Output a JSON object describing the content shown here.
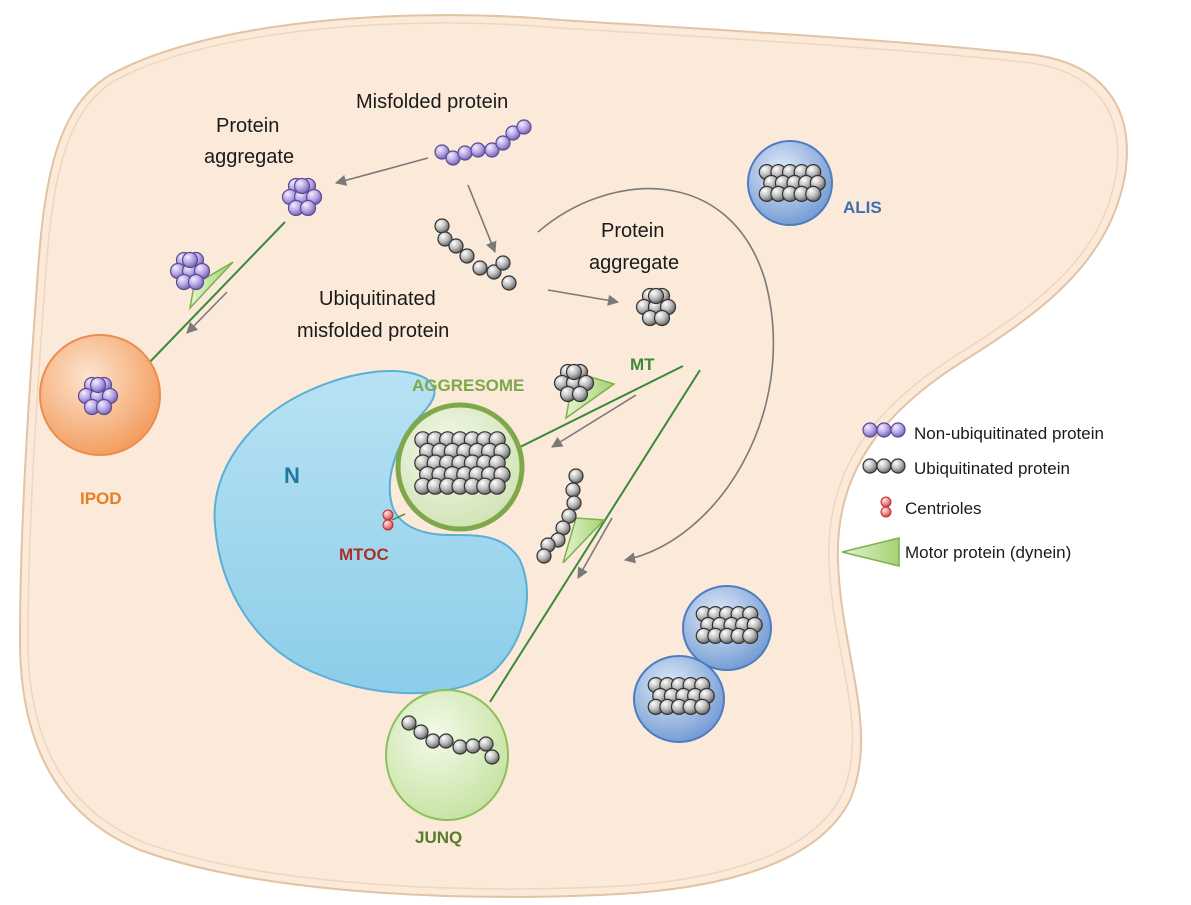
{
  "labels": {
    "misfolded_protein": "Misfolded protein",
    "protein_aggregate_left_1": "Protein",
    "protein_aggregate_left_2": "aggregate",
    "protein_aggregate_right_1": "Protein",
    "protein_aggregate_right_2": "aggregate",
    "ubiquitinated_1": "Ubiquitinated",
    "ubiquitinated_2": "misfolded protein",
    "aggresome": "AGGRESOME",
    "mt": "MT",
    "nucleus": "N",
    "mtoc": "MTOC",
    "ipod": "IPOD",
    "junq": "JUNQ",
    "alis": "ALIS"
  },
  "legend": [
    {
      "key": "non_ubiquitinated",
      "label": "Non-ubiquitinated protein"
    },
    {
      "key": "ubiquitinated",
      "label": "Ubiquitinated protein"
    },
    {
      "key": "centrioles",
      "label": "Centrioles"
    },
    {
      "key": "motor_protein",
      "label": "Motor protein (dynein)"
    }
  ],
  "colors": {
    "cell_fill": "#fbe9da",
    "cell_stroke": "#e6c6a6",
    "nucleus_fill": "#a7d8ee",
    "nucleus_stroke": "#5bb0d3",
    "purple_bead": "#b8a6e2",
    "gray_bead": "#8c8c8c",
    "ipod_fill": "#f4a26b",
    "junq_fill": "#d4e9b5",
    "aggresome_ring": "#7ea84a",
    "alis_fill": "#7fa6d6",
    "microtubule": "#3b8a3b",
    "motor": "#b6dc8a",
    "label_orange": "#e67e22",
    "label_blue": "#3f6fb0",
    "label_olive": "#5a7b2a",
    "label_red": "#a8322a",
    "label_teal": "#1f7aa0"
  }
}
